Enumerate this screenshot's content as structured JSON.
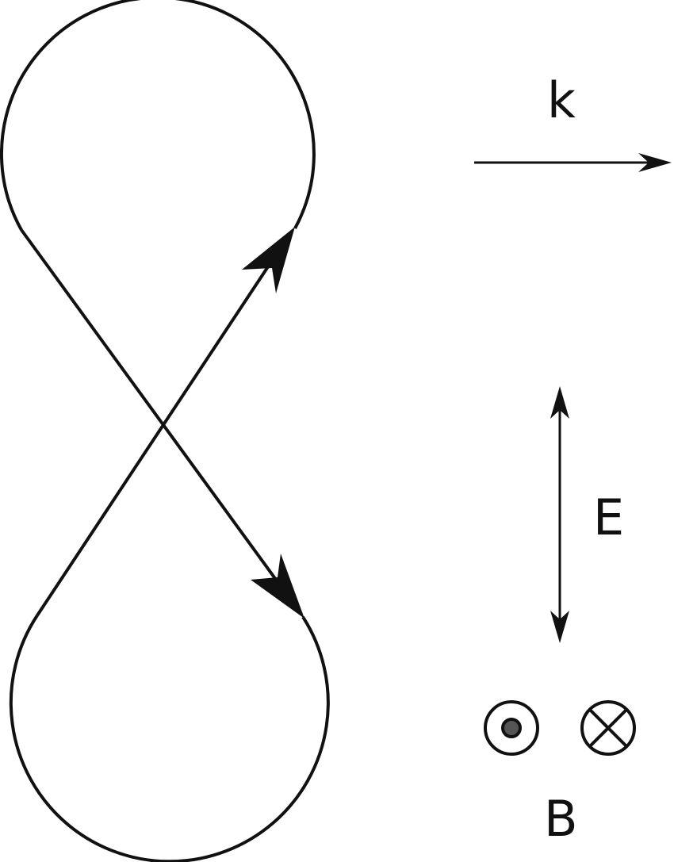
{
  "labels": {
    "wave_vector": "k",
    "electric_field": "E",
    "magnetic_field": "B"
  },
  "colors": {
    "stroke": "#111111",
    "dot_fill": "#555555"
  }
}
